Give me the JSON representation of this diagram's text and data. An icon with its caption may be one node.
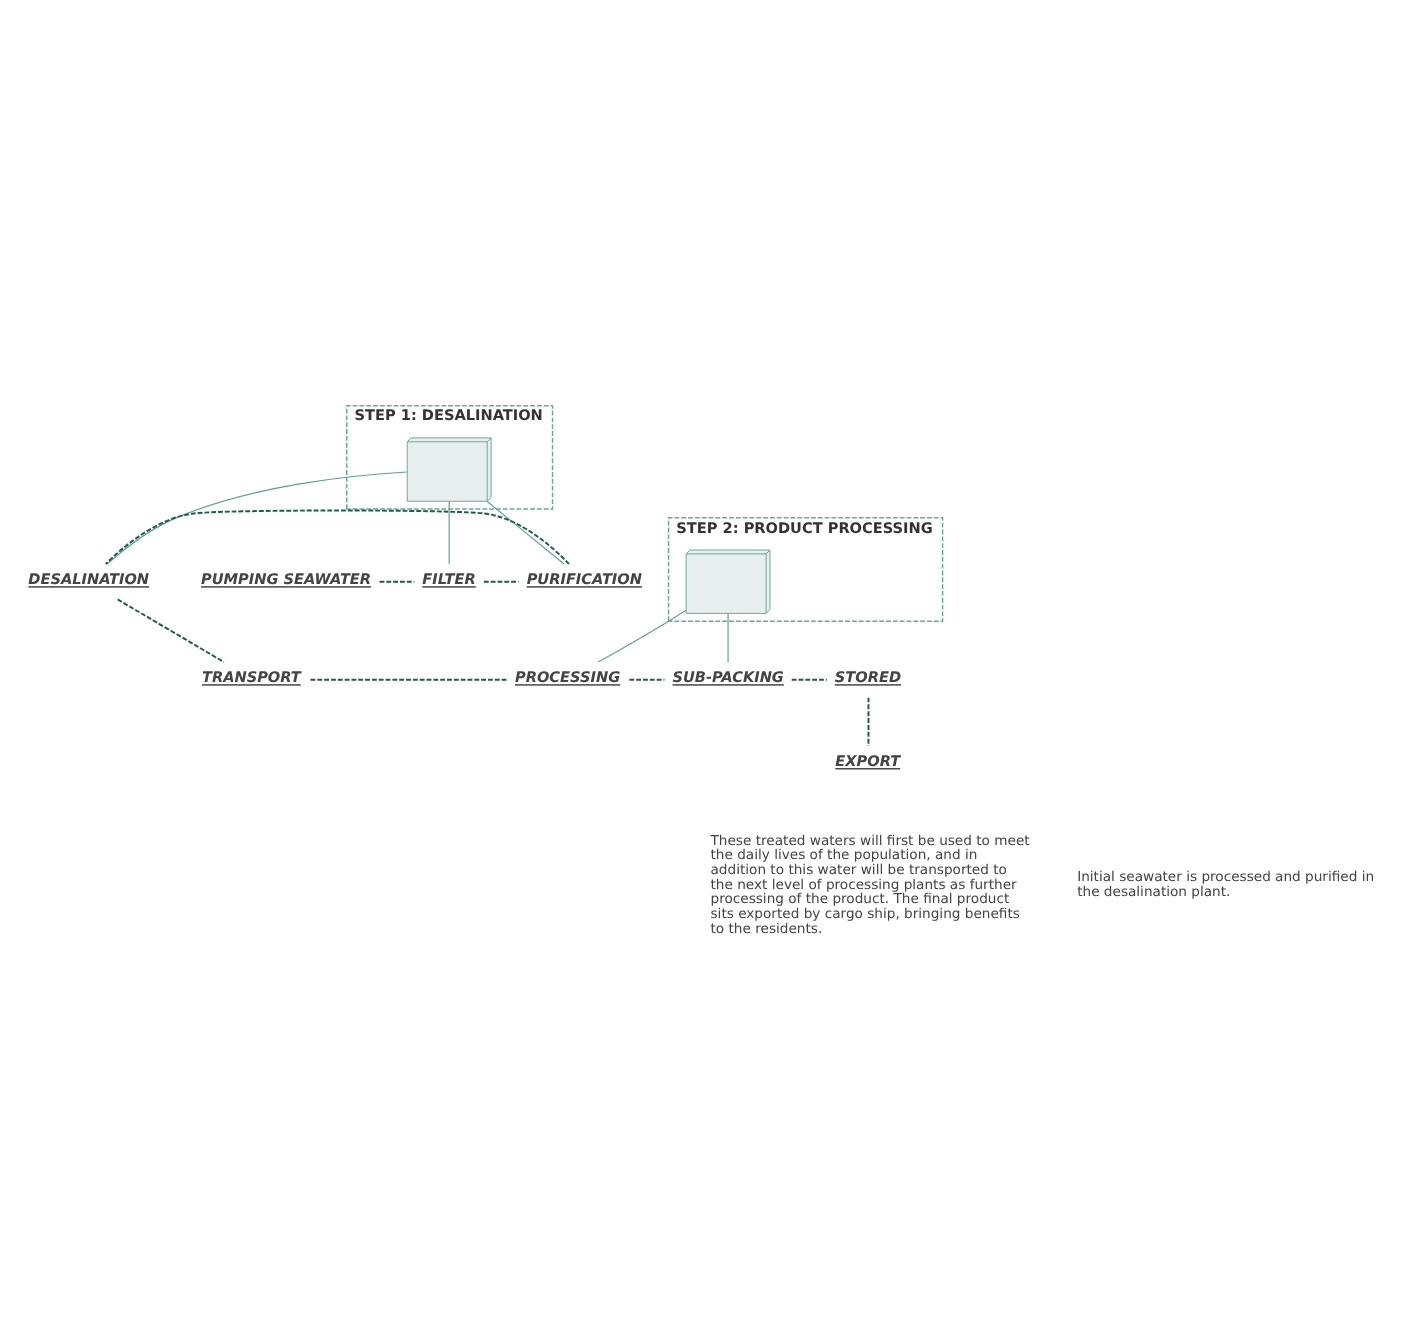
{
  "diagram": {
    "nodes": [
      {
        "text": [
          "STEP 1: DESALINATION"
        ]
      },
      {
        "text": [],
        "shape": "picture",
        "in": 0
      },
      {
        "text": [
          "STEP 2: PRODUCT PROCESSING"
        ]
      },
      {
        "text": [],
        "shape": "picture",
        "in": 2
      },
      {
        "text": [
          "PUMPING SEAWATER"
        ]
      },
      {
        "text": [
          "FILTER"
        ]
      },
      {
        "text": [
          "PURIFICATION"
        ]
      },
      {
        "text": [
          "DESALINATION"
        ]
      },
      {
        "text": [
          "TRANSPORT"
        ]
      },
      {
        "text": [
          "PROCESSING"
        ]
      },
      {
        "text": [
          "SUB-PACKING"
        ]
      },
      {
        "text": [
          "STORED"
        ]
      },
      {
        "text": [
          "EXPORT"
        ]
      }
    ],
    "edges": [
      {
        "from": 4,
        "to": 5,
        "arrow": "none",
        "style": "dashed"
      },
      {
        "from": 5,
        "to": 6,
        "arrow": "none",
        "style": "dashed"
      },
      {
        "from": 6,
        "to": 7,
        "arrow": "none",
        "style": "dashed"
      },
      {
        "from": 7,
        "to": 8,
        "arrow": "none",
        "style": "dashed"
      },
      {
        "from": 8,
        "to": 9,
        "arrow": "none",
        "style": "dashed"
      },
      {
        "from": 9,
        "to": 10,
        "arrow": "none",
        "style": "dashed"
      },
      {
        "from": 10,
        "to": 11,
        "arrow": "none",
        "style": "dashed"
      },
      {
        "from": 11,
        "to": 12,
        "arrow": "none",
        "style": "dashed"
      },
      {
        "from": 1,
        "to": 7,
        "arrow": "none",
        "color": "#5f9f95"
      },
      {
        "from": 1,
        "to": 6,
        "arrow": "none",
        "color": "#5f9f95"
      },
      {
        "from": 1,
        "to": 5,
        "arrow": "none",
        "color": "#5f9f95"
      },
      {
        "from": 3,
        "to": 9,
        "arrow": "none",
        "color": "#5f9f95"
      },
      {
        "from": 3,
        "to": 10,
        "arrow": "none",
        "color": "#5f9f95"
      }
    ],
    "labels": [
      "Initial seawater is processed and purified in the desalination plant.",
      "These treated waters will first be used to meet the daily lives of the population, and in addition to this water will be transported to the next level of processing plants as further processing of the product. The final product sits exported by cargo ship, bringing benefits to the residents."
    ]
  }
}
